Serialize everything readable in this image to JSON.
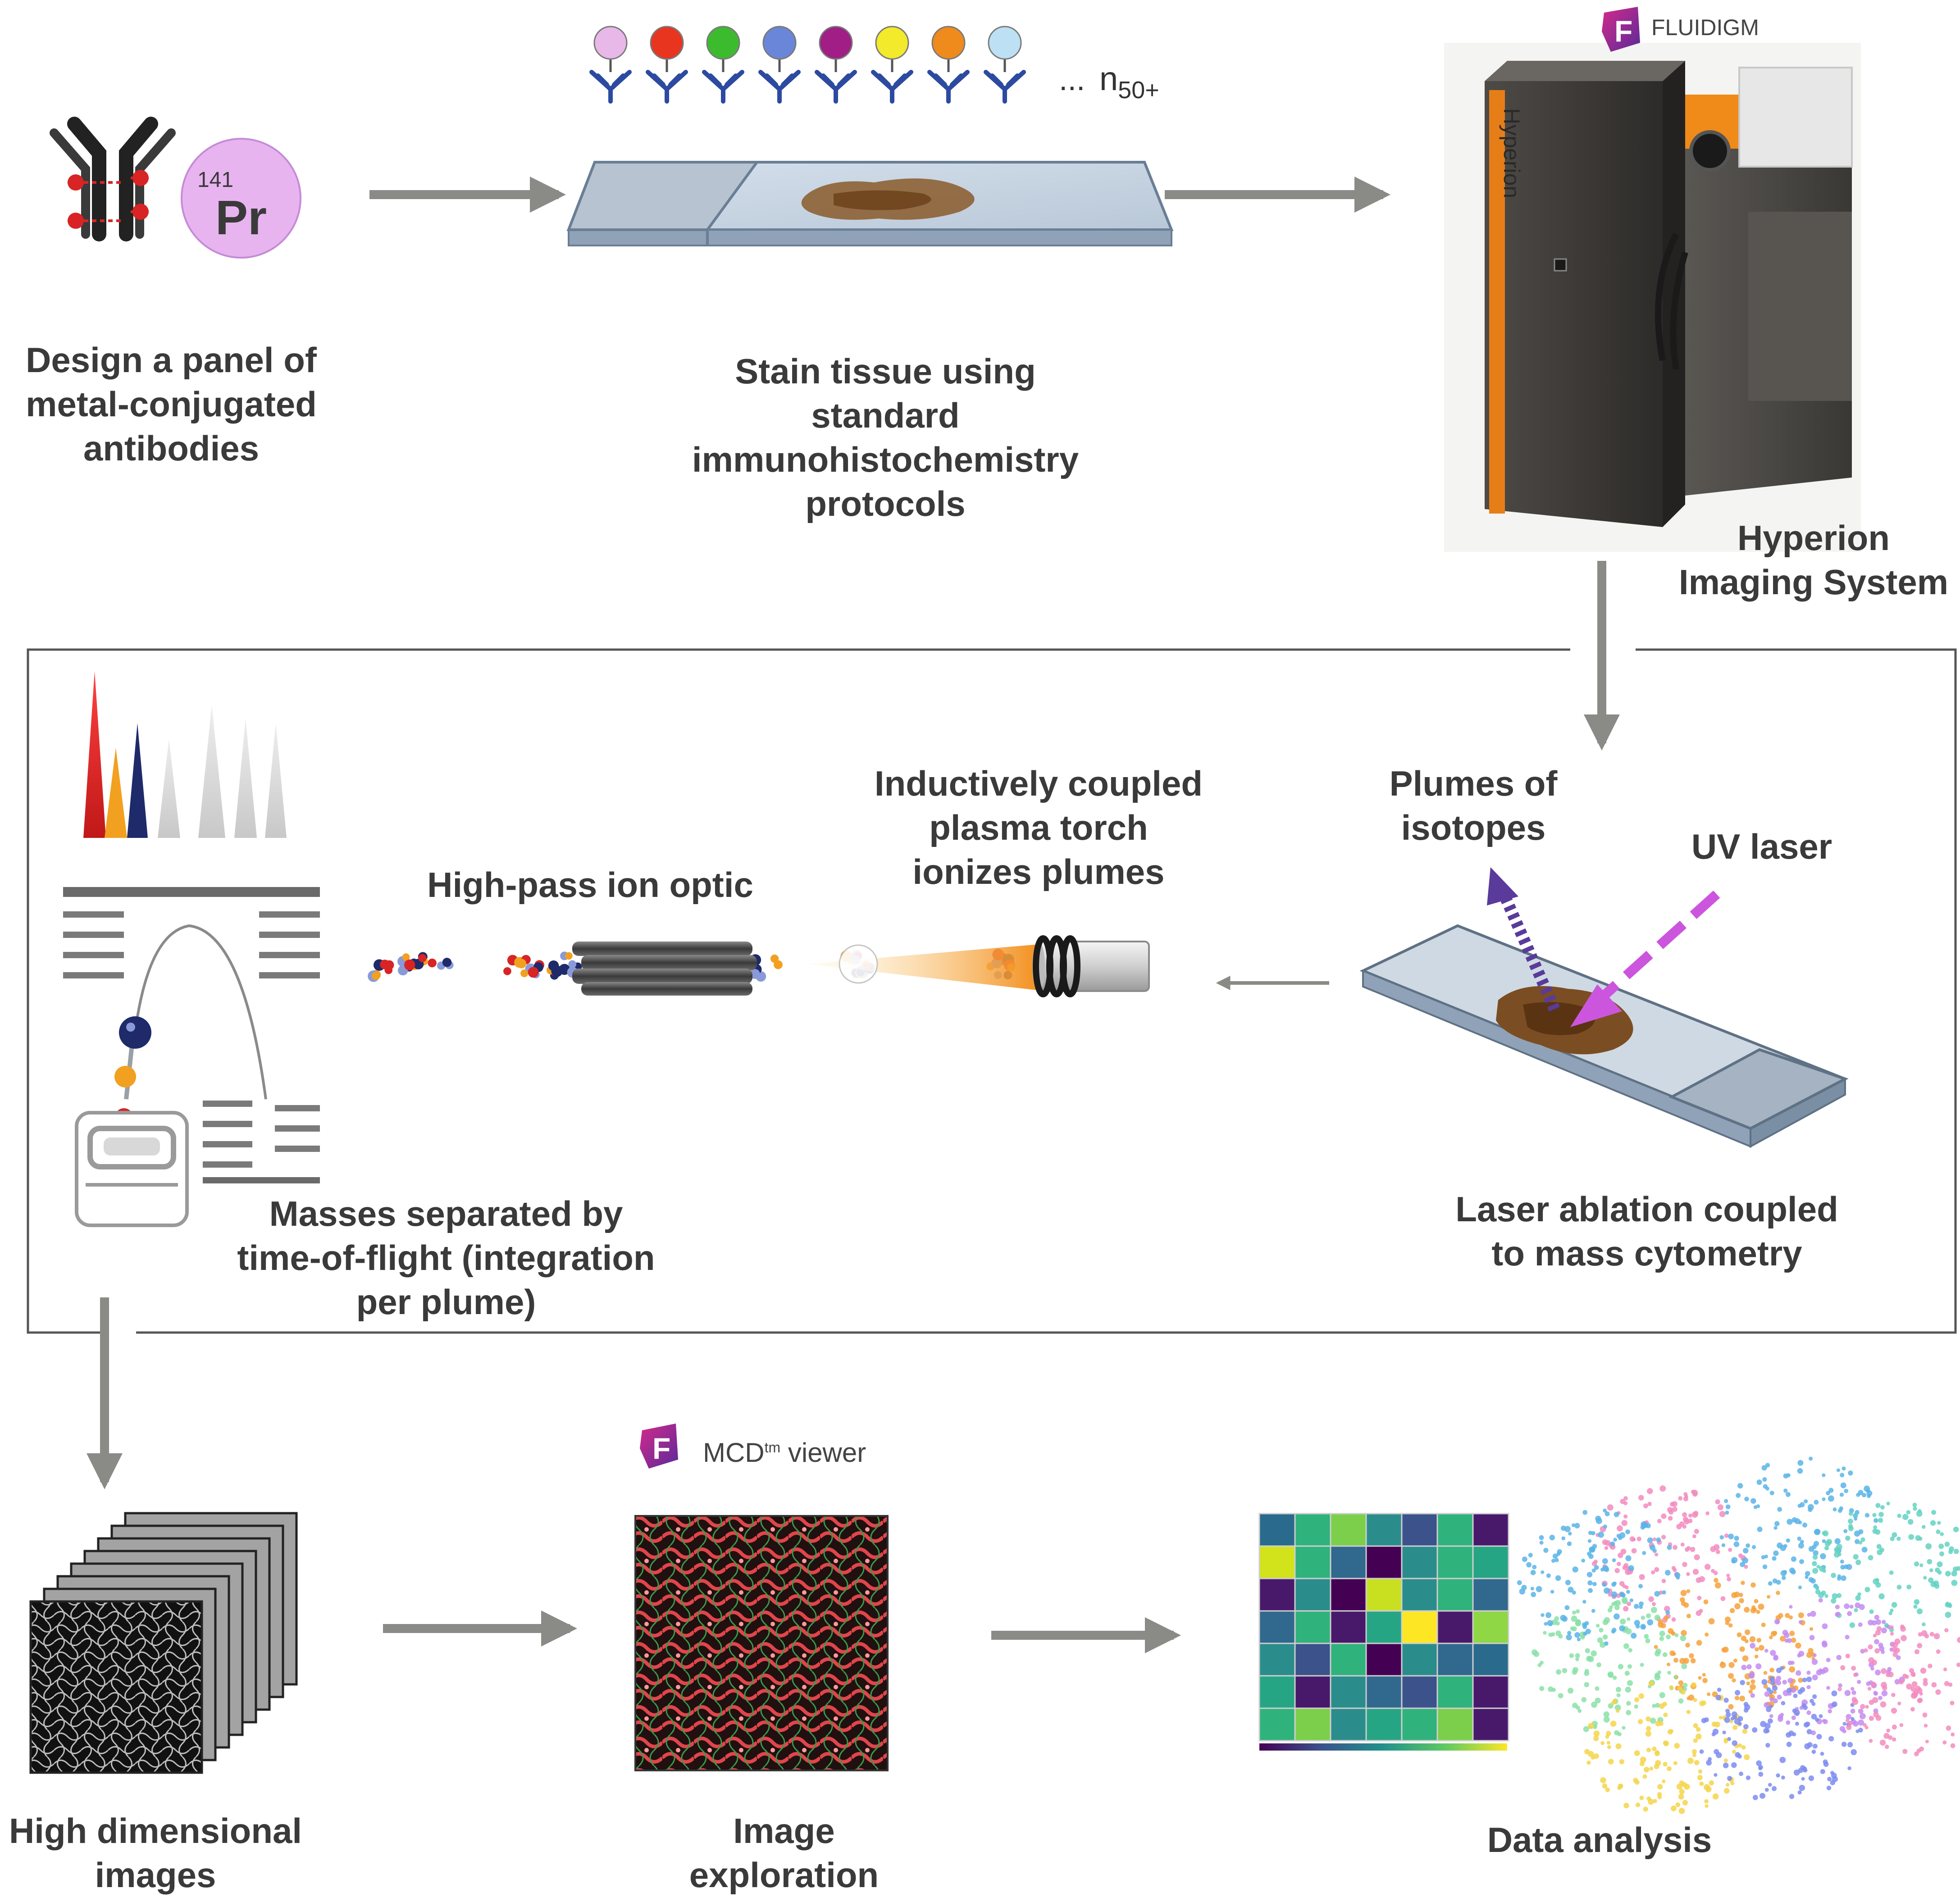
{
  "steps": {
    "design": "Design a panel of\nmetal-conjugated\nantibodies",
    "stain": "Stain tissue using\nstandard\nimmunohistochemistry\nprotocols",
    "hyperion": "Hyperion\nImaging System",
    "plumes": "Plumes of\nisotopes",
    "uv_laser": "UV laser",
    "icp_torch": "Inductively coupled\nplasma torch\nionizes plumes",
    "ion_optic": "High-pass ion optic",
    "tof": "Masses separated by\ntime-of-flight (integration\nper plume)",
    "laser_ablation": "Laser ablation coupled\nto mass cytometry",
    "hd_images": "High dimensional\nimages",
    "image_exploration": "Image\nexploration",
    "data_analysis": "Data analysis"
  },
  "element_badge": {
    "mass": "141",
    "symbol": "Pr",
    "color": "#e8b4f0"
  },
  "antibody_panel": {
    "dots": [
      "#e8b8e8",
      "#e8351f",
      "#3dbb2f",
      "#6a86d8",
      "#a01e86",
      "#f2ea2a",
      "#ef8a1c",
      "#bde0f4"
    ],
    "ellipsis": "...",
    "n_label": "n",
    "n_sub": "50+"
  },
  "brand": {
    "fluidigm": "FLUIDIGM",
    "logo_letter": "F",
    "instrument_name": "Hyperion",
    "mcd": "MCD",
    "mcd_sup": "tm",
    "viewer": " viewer"
  },
  "colors": {
    "arrow": "#8a8a86",
    "box": "#555555",
    "uv": "#cc55dd",
    "plume": "#5a3a9a",
    "orange": "#f08a18"
  },
  "heatmap": {
    "colors": [
      [
        "#2a6a8c",
        "#2fb27c",
        "#7ccf4a",
        "#2a8d8c",
        "#3b528b",
        "#2fb27c",
        "#48196b"
      ],
      [
        "#d2e21b",
        "#2fb27c",
        "#31688e",
        "#440154",
        "#2a8d8c",
        "#2fb27c",
        "#26a584"
      ],
      [
        "#48196b",
        "#2a8d8c",
        "#440154",
        "#c8e020",
        "#2a8d8c",
        "#2fb27c",
        "#31688e"
      ],
      [
        "#31688e",
        "#2fb27c",
        "#48196b",
        "#26a584",
        "#fde725",
        "#48196b",
        "#8fd744"
      ],
      [
        "#2a8d8c",
        "#3b528b",
        "#2fb27c",
        "#440154",
        "#2a8d8c",
        "#31688e",
        "#2a6a8c"
      ],
      [
        "#26a584",
        "#48196b",
        "#2a8d8c",
        "#31688e",
        "#3b528b",
        "#2fb27c",
        "#48196b"
      ],
      [
        "#2fb27c",
        "#7ccf4a",
        "#2a8d8c",
        "#26a584",
        "#2fb27c",
        "#7ccf4a",
        "#48196b"
      ]
    ]
  },
  "tsne_palette": [
    "#f28cc0",
    "#5ab4e8",
    "#64d2c2",
    "#f4a23c",
    "#8be0a8",
    "#c38cf0",
    "#f5d54a",
    "#7d8cf0"
  ]
}
